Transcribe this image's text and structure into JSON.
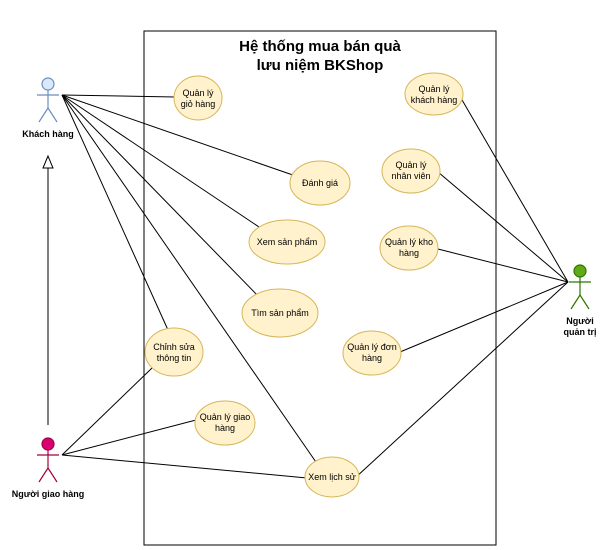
{
  "system": {
    "title_line1": "Hệ thống mua bán quà",
    "title_line2": "lưu niệm BKShop"
  },
  "actors": {
    "customer": {
      "label": "Khách hàng",
      "color": "#dae8fc",
      "stroke": "#6c8ebf"
    },
    "shipper": {
      "label": "Người giao hàng",
      "color": "#d80073",
      "stroke": "#a50040"
    },
    "admin": {
      "label_line1": "Người",
      "label_line2": "quản trị",
      "color": "#60a917",
      "stroke": "#2d7600"
    }
  },
  "use_cases": {
    "cart": {
      "line1": "Quản lý",
      "line2": "giỏ hàng"
    },
    "review": {
      "line1": "Đánh giá",
      "line2": ""
    },
    "view_product": {
      "line1": "Xem sản phẩm",
      "line2": ""
    },
    "search_product": {
      "line1": "Tìm sản phẩm",
      "line2": ""
    },
    "edit_info": {
      "line1": "Chỉnh sửa",
      "line2": "thông tin"
    },
    "delivery": {
      "line1": "Quản lý giao",
      "line2": "hàng"
    },
    "history": {
      "line1": "Xem lịch sử",
      "line2": ""
    },
    "customers": {
      "line1": "Quản lý",
      "line2": "khách hàng"
    },
    "staff": {
      "line1": "Quản lý",
      "line2": "nhân viên"
    },
    "warehouse": {
      "line1": "Quản lý kho",
      "line2": "hàng"
    },
    "orders": {
      "line1": "Quản lý đơn",
      "line2": "hàng"
    }
  }
}
